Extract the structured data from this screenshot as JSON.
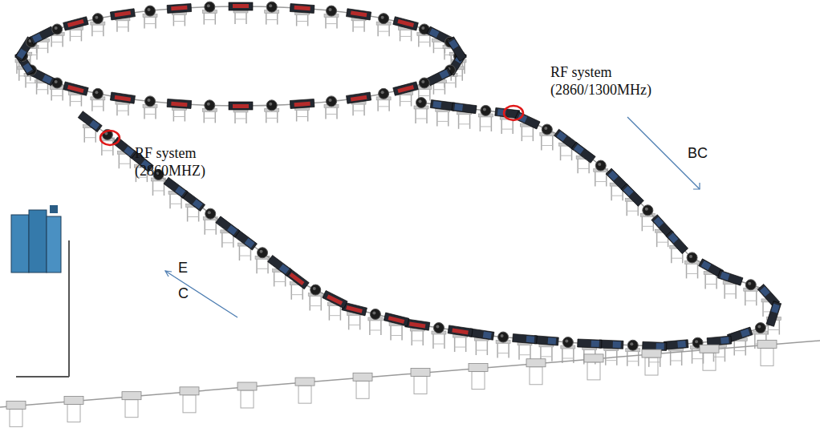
{
  "diagram": {
    "labels": [
      "RF system (2860/1300MHz)",
      "RF system (2860MHZ)",
      "BC",
      "E C"
    ]
  }
}
